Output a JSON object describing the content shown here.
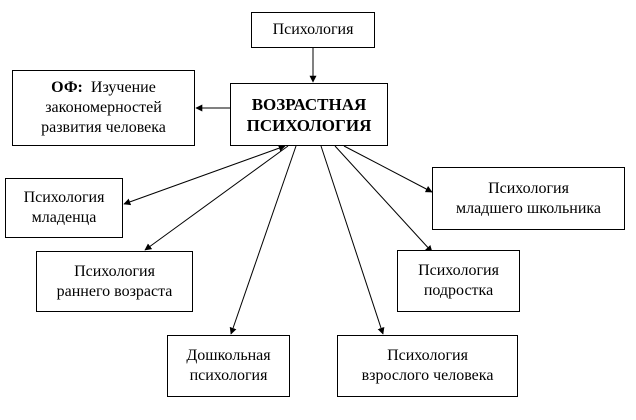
{
  "diagram": {
    "top": {
      "label": "Психология"
    },
    "center": {
      "line1": "ВОЗРАСТНАЯ",
      "line2": "ПСИХОЛОГИЯ"
    },
    "of": {
      "prefix": "ОФ:",
      "line1_rest": "Изучение",
      "line2": "закономерностей",
      "line3": "развития человека"
    },
    "infant": {
      "line1": "Психология",
      "line2": "младенца"
    },
    "early": {
      "line1": "Психология",
      "line2": "раннего возраста"
    },
    "preschool": {
      "line1": "Дошкольная",
      "line2": "психология"
    },
    "adult": {
      "line1": "Психология",
      "line2": "взрослого человека"
    },
    "teen": {
      "line1": "Психология",
      "line2": "подростка"
    },
    "junior": {
      "line1": "Психология",
      "line2": "младшего школьника"
    }
  },
  "colors": {
    "line": "#000000",
    "box_border": "#000000",
    "background": "#ffffff",
    "text": "#000000"
  }
}
